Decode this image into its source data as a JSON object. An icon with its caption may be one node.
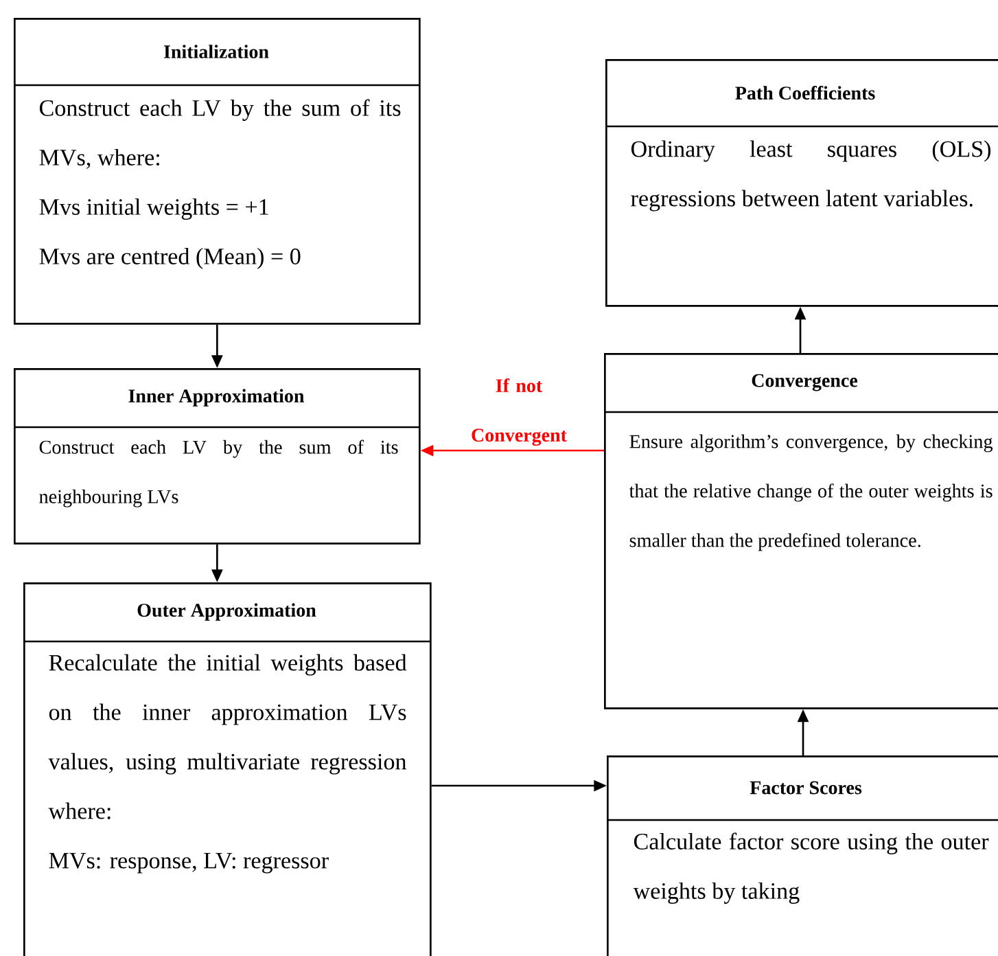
{
  "diagram": {
    "nodes": [
      {
        "text": [
          "Initialization",
          "Construct each LV by the sum of its MVs, where:",
          "Mvs initial weights = +1",
          "Mvs are centred (Mean) = 0"
        ]
      },
      {
        "text": [
          "Path Coefficients",
          "Ordinary least squares (OLS) regressions between latent variables."
        ]
      },
      {
        "text": [
          "Inner Approximation",
          "Construct each LV by the sum of its neighbouring LVs"
        ]
      },
      {
        "text": [
          "Convergence",
          "Ensure algorithm’s convergence, by checking that the relative change of the outer weights is smaller than the predefined tolerance."
        ]
      },
      {
        "text": [
          "Outer Approximation",
          "Recalculate the initial weights based on the inner approximation LVs values, using multivariate regression where:",
          "MVs: response, LV: regressor"
        ]
      },
      {
        "text": [
          "Factor Scores",
          "Calculate factor score using the outer weights by taking"
        ]
      }
    ],
    "edges": [
      {
        "from": 0,
        "to": 2,
        "arrow": "to"
      },
      {
        "from": 2,
        "to": 4,
        "arrow": "to"
      },
      {
        "from": 4,
        "to": 5,
        "arrow": "to"
      },
      {
        "from": 5,
        "to": 3,
        "arrow": "to"
      },
      {
        "from": 3,
        "to": 1,
        "arrow": "to"
      },
      {
        "from": 3,
        "to": 2,
        "arrow": "to",
        "label": "If not Convergent",
        "color": "#ff0000"
      }
    ]
  }
}
